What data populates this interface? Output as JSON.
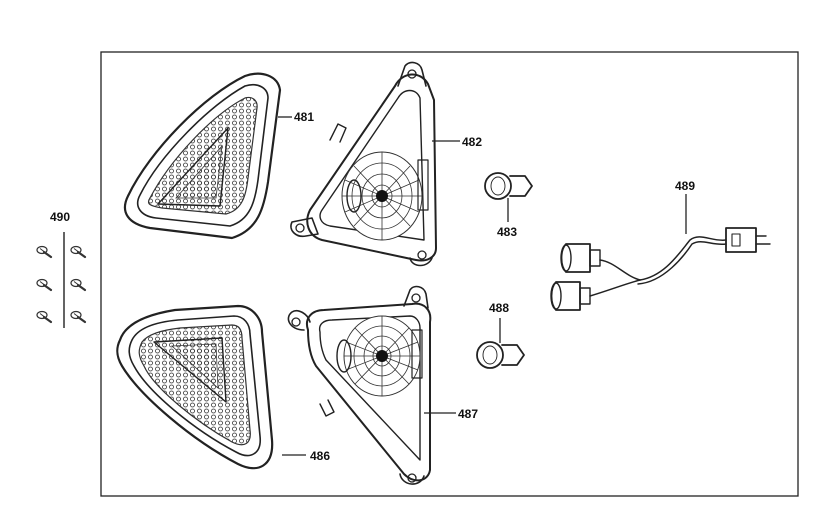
{
  "labels": {
    "p481": "481",
    "p482": "482",
    "p483": "483",
    "p486": "486",
    "p487": "487",
    "p488": "488",
    "p489": "489",
    "p490": "490"
  },
  "colors": {
    "ink": "#222222",
    "paper": "#ffffff"
  }
}
